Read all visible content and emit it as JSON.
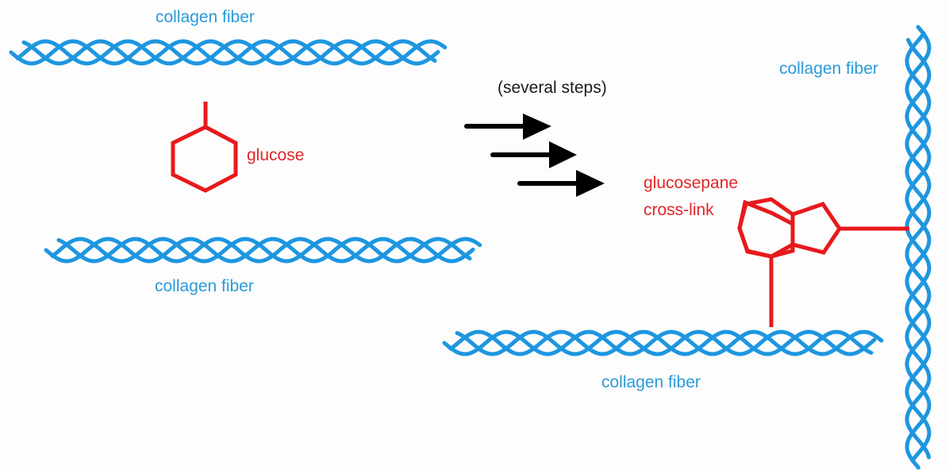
{
  "title": "Glucose forms glucosepane cross-links between collagen fibers",
  "colors": {
    "fiber": "#1e96e0",
    "molecule": "#e8191c",
    "arrow": "#000000",
    "fiber_text": "#2a9ad9",
    "molecule_text": "#e0262a",
    "background": "#fdfdfd"
  },
  "labels": {
    "fiber_top": "collagen fiber",
    "fiber_middle": "collagen fiber",
    "fiber_bottom_right": "collagen fiber",
    "fiber_vertical": "collagen fiber",
    "glucose": "glucose",
    "arrow_caption": "(several steps)",
    "crosslink_line1": "glucosepane",
    "crosslink_line2": "cross-link"
  },
  "diagram": {
    "left_panel": {
      "fibers": [
        "collagen fiber",
        "collagen fiber"
      ],
      "molecule": "glucose",
      "molecule_shape": "hexagon"
    },
    "transition": {
      "caption": "(several steps)",
      "arrow_count": 3
    },
    "right_panel": {
      "fibers": [
        "collagen fiber (horizontal)",
        "collagen fiber (vertical)"
      ],
      "crosslink": "glucosepane cross-link",
      "crosslink_shape": "fused 7-ring and 5-ring"
    }
  }
}
